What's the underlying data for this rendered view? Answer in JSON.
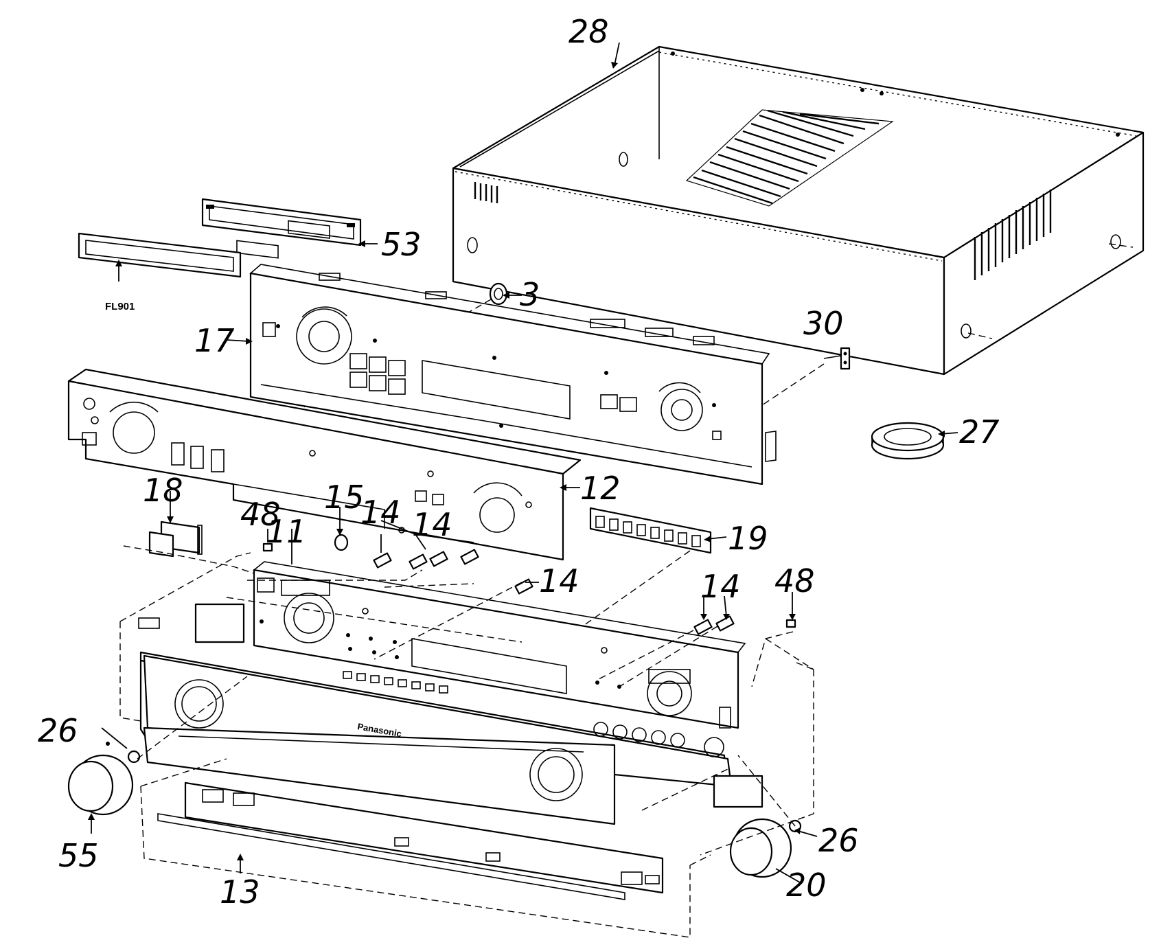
{
  "callouts": {
    "c28": "28",
    "c53": "53",
    "cFL901": "FL901",
    "c3": "3",
    "c17": "17",
    "c30": "30",
    "c27": "27",
    "c12": "12",
    "c18": "18",
    "c48a": "48",
    "c15": "15",
    "c14a": "14",
    "c14b": "14",
    "c11": "11",
    "c19": "19",
    "c14c": "14",
    "c14d": "14",
    "c48b": "48",
    "c26a": "26",
    "c55": "55",
    "c26b": "26",
    "c13": "13",
    "c20": "20"
  },
  "brand_text": "Panasonic"
}
